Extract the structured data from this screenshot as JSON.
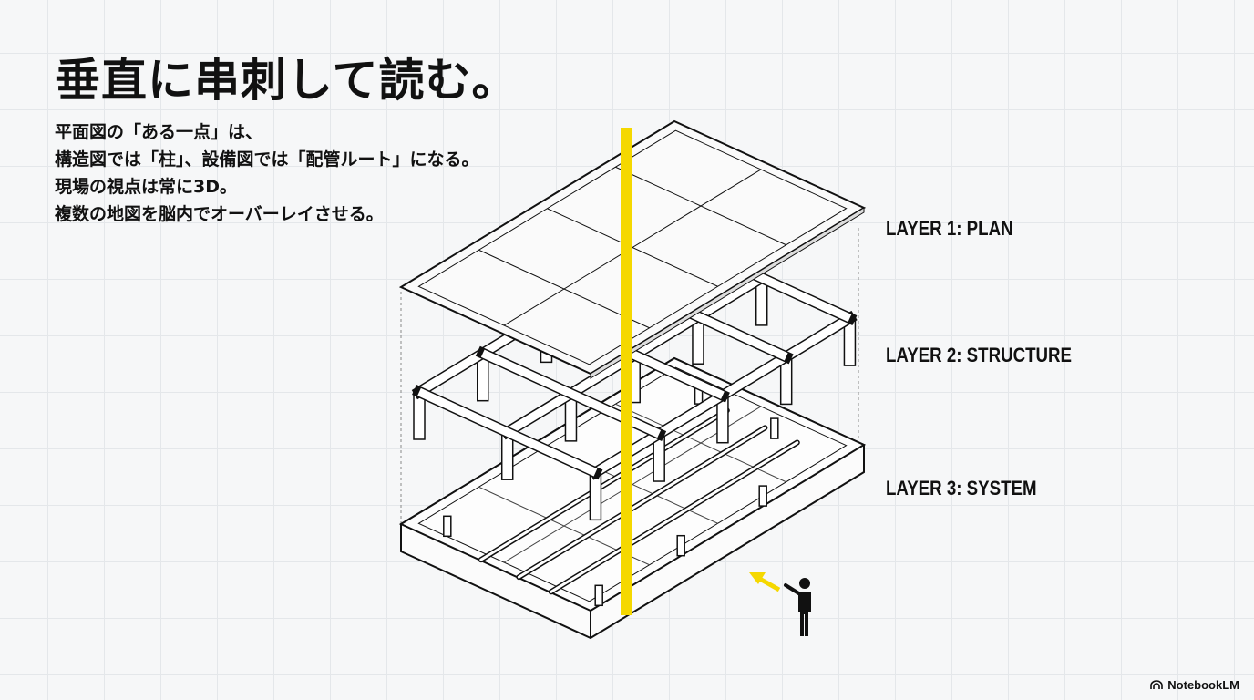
{
  "title": "垂直に串刺して読む。",
  "body_lines": [
    "平面図の「ある一点」は、",
    "構造図では「柱」、設備図では「配管ルート」になる。",
    "現場の視点は常に3D。",
    "複数の地図を脳内でオーバーレイさせる。"
  ],
  "layers": [
    {
      "label": "LAYER 1: PLAN"
    },
    {
      "label": "LAYER 2: STRUCTURE"
    },
    {
      "label": "LAYER 3: SYSTEM"
    }
  ],
  "colors": {
    "accent": "#f5d800",
    "ink": "#111111"
  },
  "brand": {
    "name": "NotebookLM"
  }
}
